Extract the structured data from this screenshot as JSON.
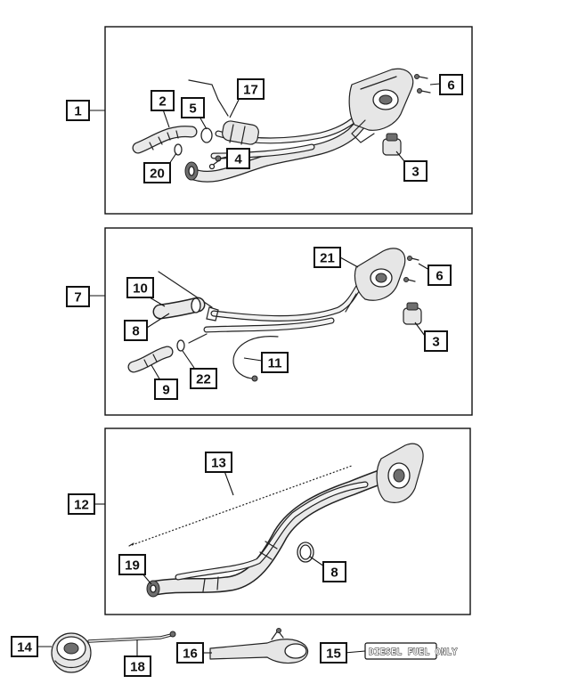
{
  "callouts": {
    "c1": "1",
    "c2": "2",
    "c3a": "3",
    "c4": "4",
    "c5": "5",
    "c6a": "6",
    "c17": "17",
    "c20": "20",
    "c7": "7",
    "c10": "10",
    "c21": "21",
    "c6b": "6",
    "c8a": "8",
    "c3b": "3",
    "c11": "11",
    "c9": "9",
    "c22": "22",
    "c12": "12",
    "c13": "13",
    "c19": "19",
    "c8b": "8",
    "c14": "14",
    "c18": "18",
    "c16": "16",
    "c15": "15"
  },
  "fuel_label": "DIESEL FUEL ONLY",
  "colors": {
    "line": "#111111",
    "shade": "#e6e6e6",
    "dark": "#6f6f6f",
    "background": "#ffffff"
  }
}
